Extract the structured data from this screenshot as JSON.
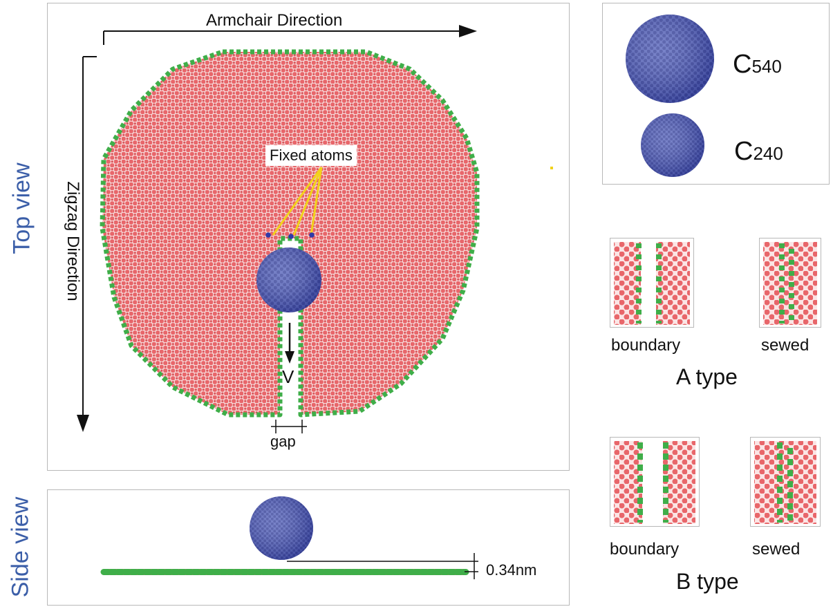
{
  "labels": {
    "top_view": "Top view",
    "side_view": "Side view",
    "armchair": "Armchair Direction",
    "zigzag": "Zigzag Direction",
    "fixed_atoms": "Fixed atoms",
    "velocity": "V",
    "gap": "gap",
    "thickness": "0.34nm"
  },
  "fullerenes": [
    {
      "letter": "C",
      "subscript": "540"
    },
    {
      "letter": "C",
      "subscript": "240"
    }
  ],
  "a_type": {
    "title": "A type",
    "boundary": "boundary",
    "sewed": "sewed"
  },
  "b_type": {
    "title": "B type",
    "boundary": "boundary",
    "sewed": "sewed"
  },
  "colors": {
    "graphene": "#e8666a",
    "edge": "#3fae49",
    "fullerene": "#4f5bb0",
    "arrow": "#111111",
    "pointer": "#f2d21b",
    "label_blue": "#3b5ea8"
  }
}
